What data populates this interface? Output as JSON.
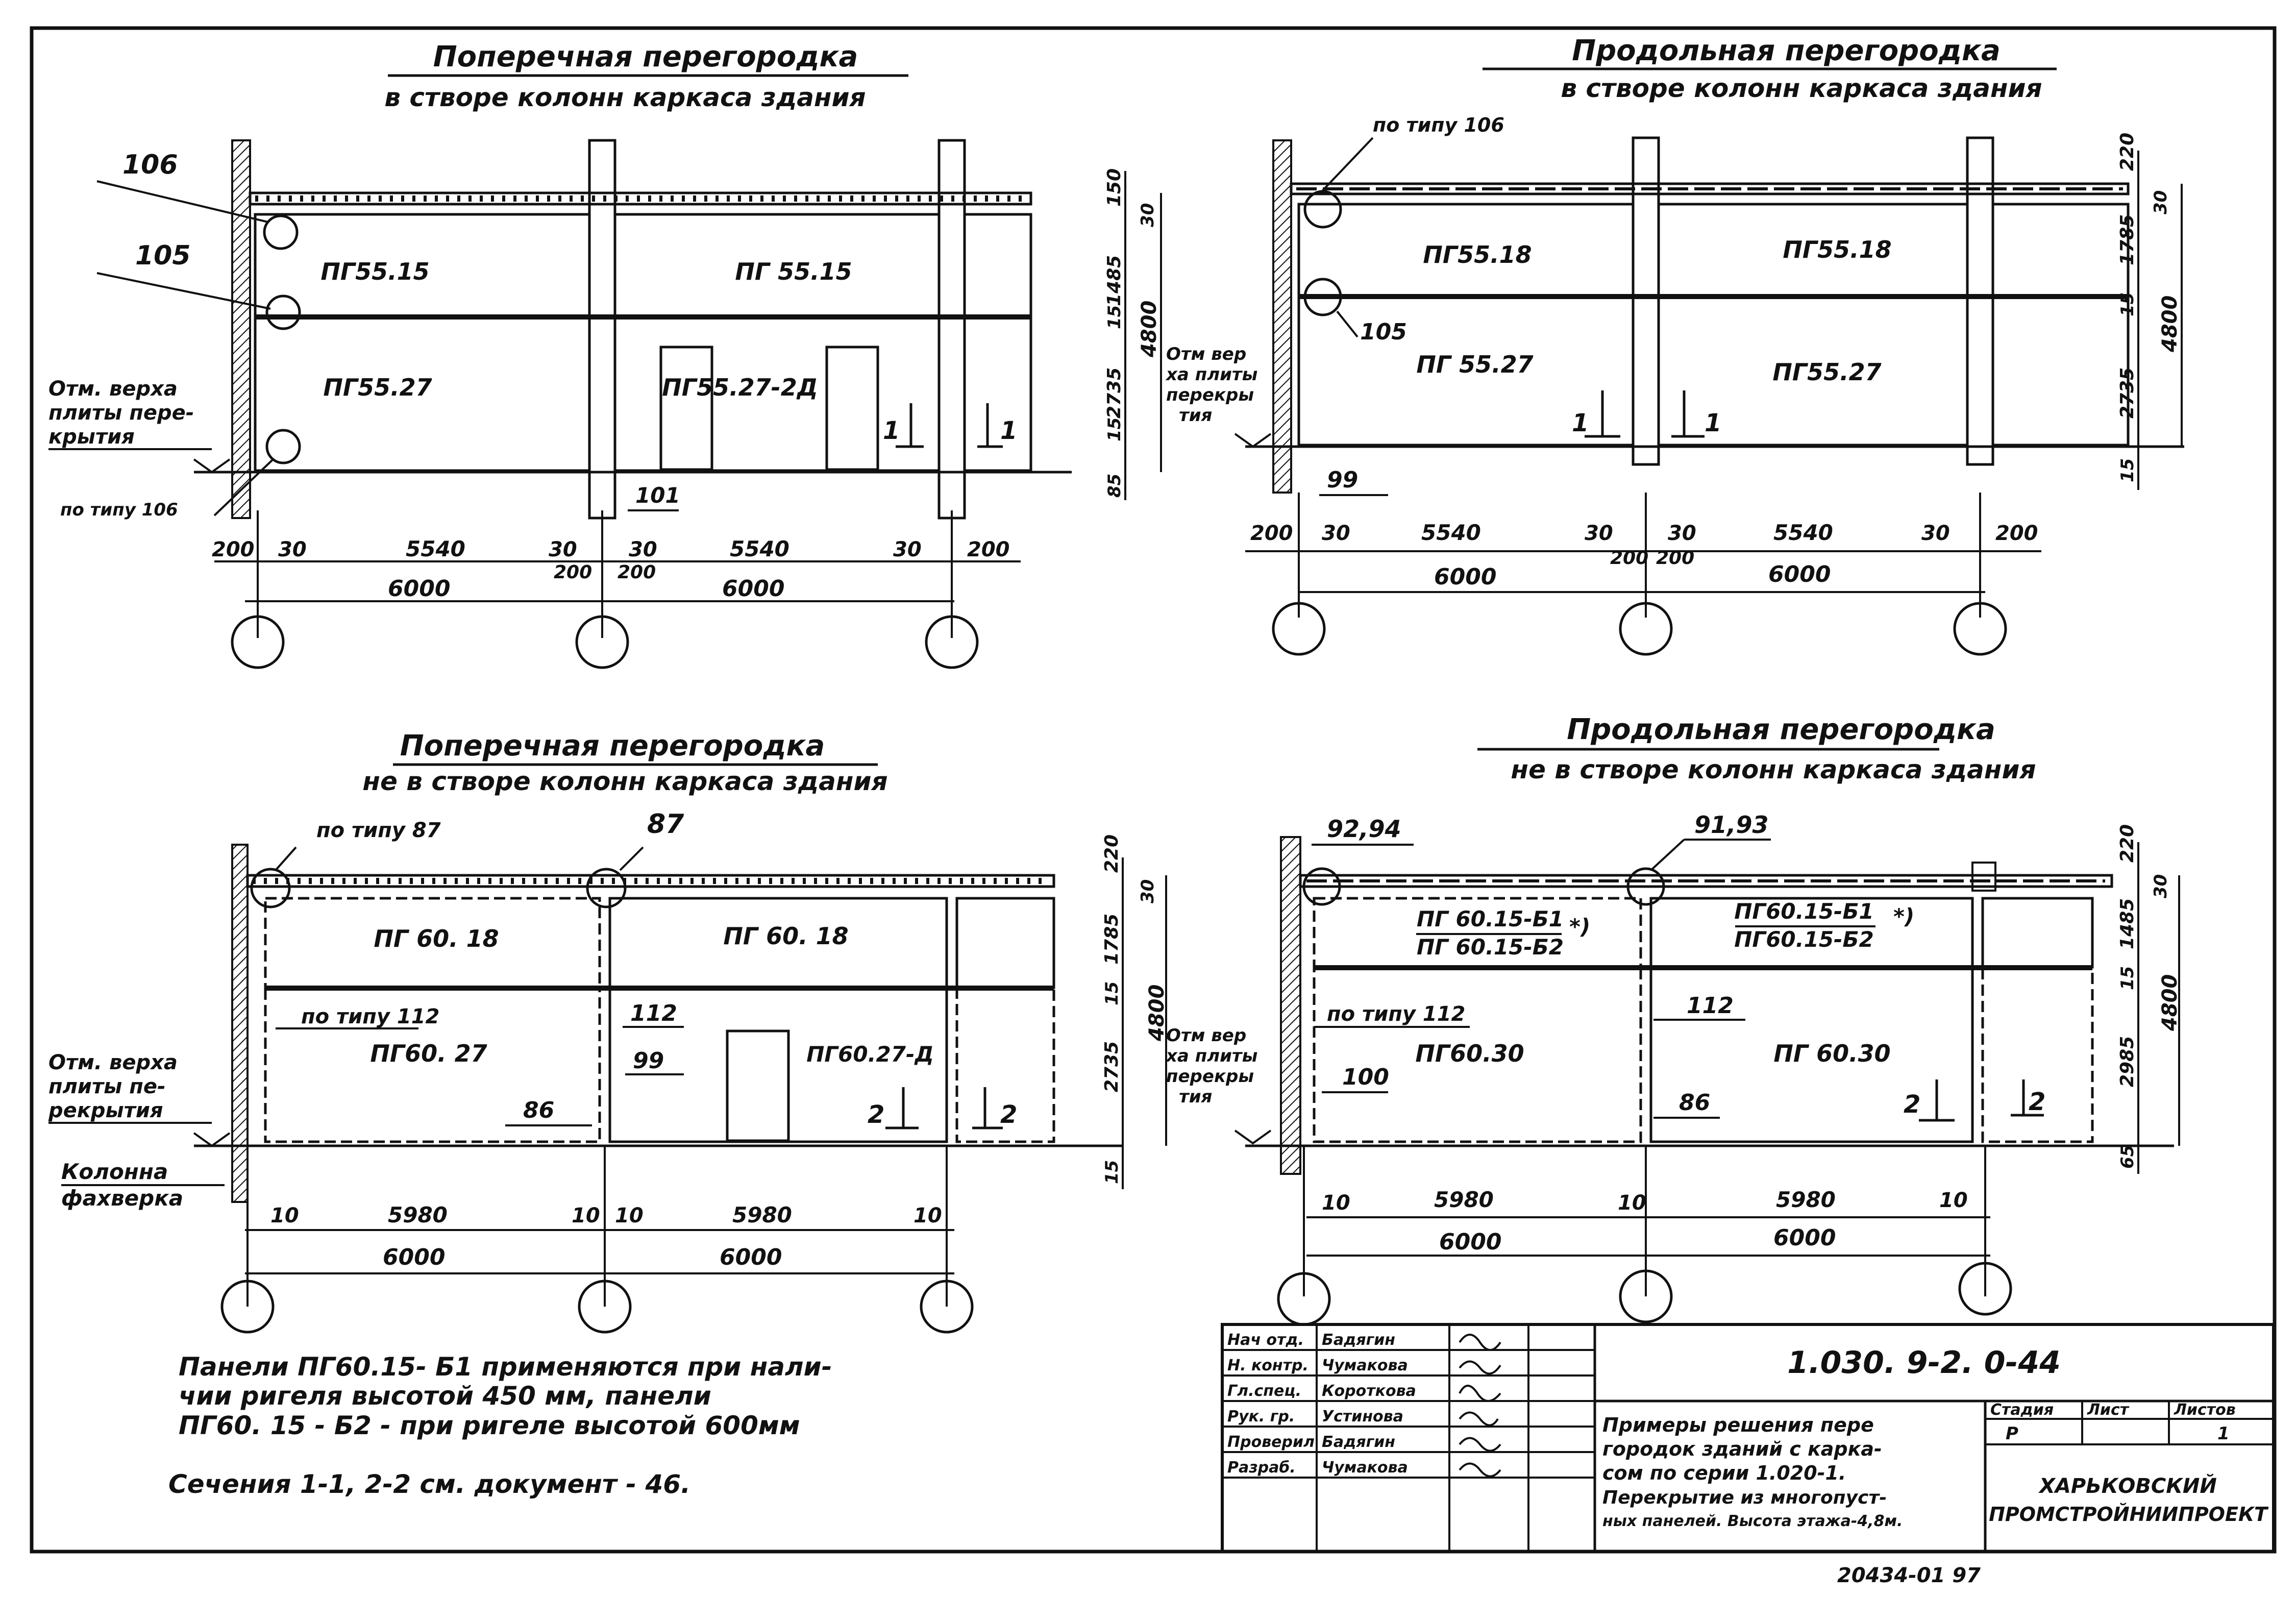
{
  "views": {
    "v1": {
      "title": "Поперечная перегородка",
      "subtitle": "в створе колонн каркаса здания",
      "panels": [
        "ПГ55.15",
        "ПГ 55.15",
        "ПГ55.27",
        "ПГ55.27-2Д"
      ],
      "callouts": [
        "106",
        "105",
        "по типу 106",
        "101"
      ],
      "floor_note": [
        "Отм. верха",
        "плиты пере-",
        "крытия"
      ],
      "section_marks": [
        "1",
        "1"
      ],
      "dims_bottom": [
        "200",
        "30",
        "5540",
        "30",
        "200",
        "30",
        "5540",
        "30",
        "200"
      ],
      "dims_200b": "200",
      "dims_total": [
        "6000",
        "6000"
      ],
      "dims_right": [
        "150",
        "30",
        "1485",
        "15",
        "2735",
        "15",
        "85"
      ],
      "dims_height": "4800"
    },
    "v2": {
      "title": "Продольная перегородка",
      "subtitle": "в створе колонн каркаса здания",
      "panels": [
        "ПГ55.18",
        "ПГ55.18",
        "ПГ 55.27",
        "ПГ55.27"
      ],
      "callouts": [
        "по типу 106",
        "105",
        "99"
      ],
      "floor_note": [
        "Отм вер",
        "ха плиты",
        "перекры",
        "тия"
      ],
      "section_marks": [
        "1",
        "1"
      ],
      "dims_bottom": [
        "200",
        "30",
        "5540",
        "30",
        "30",
        "5540",
        "30",
        "200"
      ],
      "dims_mid": [
        "200",
        "200"
      ],
      "dims_total": [
        "6000",
        "6000"
      ],
      "dims_right": [
        "220",
        "30",
        "1785",
        "15",
        "2735",
        "15"
      ],
      "dims_height": "4800"
    },
    "v3": {
      "title": "Поперечная перегородка",
      "subtitle": "не в створе колонн каркаса здания",
      "panels": [
        "ПГ 60. 18",
        "ПГ 60. 18",
        "ПГ60. 27",
        "ПГ60.27-Д"
      ],
      "callouts": [
        "по типу 87",
        "87",
        "по типу 112",
        "112",
        "99",
        "86"
      ],
      "floor_note": [
        "Отм. верха",
        "плиты пе-",
        "рекрытия"
      ],
      "column_note": [
        "Колонна",
        "фахверка"
      ],
      "section_marks": [
        "2",
        "2"
      ],
      "dims_bottom": [
        "10",
        "5980",
        "10",
        "10",
        "5980",
        "10"
      ],
      "dims_total": [
        "6000",
        "6000"
      ],
      "dims_right": [
        "220",
        "30",
        "1785",
        "15",
        "2735",
        "15"
      ],
      "dims_height": "4800"
    },
    "v4": {
      "title": "Продольная перегородка",
      "subtitle": "не в створе колонн каркаса здания",
      "panels": [
        "ПГ 60.15-Б1",
        "ПГ 60.15-Б2",
        "ПГ60.15-Б1",
        "ПГ60.15-Б2",
        "ПГ60.30",
        "ПГ 60.30",
        "*)",
        "*)"
      ],
      "callouts": [
        "92,94",
        "91,93",
        "по типу 112",
        "112",
        "100",
        "86"
      ],
      "floor_note": [
        "Отм вер",
        "ха плиты",
        "перекры",
        "тия"
      ],
      "section_marks": [
        "2",
        "2"
      ],
      "dims_bottom": [
        "10",
        "5980",
        "10",
        "5980",
        "10"
      ],
      "dims_total": [
        "6000",
        "6000"
      ],
      "dims_right": [
        "220",
        "30",
        "1485",
        "15",
        "2985",
        "65"
      ],
      "dims_height": "4800"
    }
  },
  "notes": {
    "line1": "Панели ПГ60.15- Б1 применяются при нали-",
    "line2": "чии ригеля высотой 450 мм, панели",
    "line3": "ПГ60. 15 - Б2 -  при ригеле высотой 600мм",
    "line4": "Сечения 1-1, 2-2 см. документ - 46."
  },
  "title_block": {
    "code": "1.030. 9-2. 0-44",
    "description": [
      "Примеры решения пере",
      "городок зданий с карка-",
      "сом по серии 1.020-1.",
      "Перекрытие из многопуст-",
      "ных панелей. Высота этажа-4,8м."
    ],
    "roles": [
      "Нач отд.",
      "Н. контр.",
      "Гл.спец.",
      "Рук. гр.",
      "Проверил",
      "Разраб."
    ],
    "names": [
      "Бадягин",
      "Чумакова",
      "Короткова",
      "Устинова",
      "Бадягин",
      "Чумакова"
    ],
    "stage_label": "Стадия",
    "sheet_label": "Лист",
    "sheets_label": "Листов",
    "stage": "Р",
    "sheets": "1",
    "org": [
      "ХАРЬКОВСКИЙ",
      "ПРОМСТРОЙНИИПРОЕКТ"
    ]
  },
  "footer": "20434-01  97"
}
